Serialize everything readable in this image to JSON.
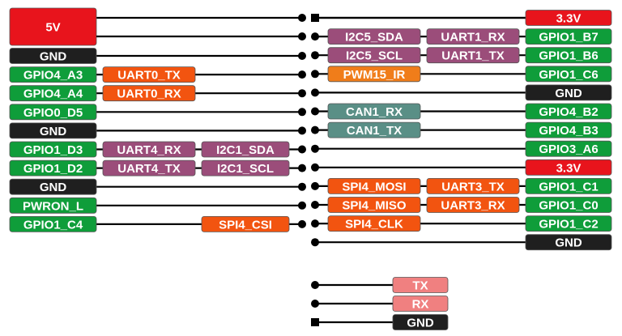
{
  "colors": {
    "red": "#e8141c",
    "black": "#1f1f1f",
    "green": "#0f9d3a",
    "orange": "#f25410",
    "purple": "#9b4d7a",
    "teal": "#5a8f86",
    "amber": "#f07d1a",
    "pink": "#f08080"
  },
  "header": {
    "power_5v": "5V"
  },
  "left_pins": [
    {
      "label": "GND",
      "color": "black",
      "funcs": []
    },
    {
      "label": "GPIO4_A3",
      "color": "green",
      "funcs": [
        {
          "label": "UART0_TX",
          "color": "orange"
        }
      ]
    },
    {
      "label": "GPIO4_A4",
      "color": "green",
      "funcs": [
        {
          "label": "UART0_RX",
          "color": "orange"
        }
      ]
    },
    {
      "label": "GPIO0_D5",
      "color": "green",
      "funcs": []
    },
    {
      "label": "GND",
      "color": "black",
      "funcs": []
    },
    {
      "label": "GPIO1_D3",
      "color": "green",
      "funcs": [
        {
          "label": "UART4_RX",
          "color": "purple"
        },
        {
          "label": "I2C1_SDA",
          "color": "purple"
        }
      ]
    },
    {
      "label": "GPIO1_D2",
      "color": "green",
      "funcs": [
        {
          "label": "UART4_TX",
          "color": "purple"
        },
        {
          "label": "I2C1_SCL",
          "color": "purple"
        }
      ]
    },
    {
      "label": "GND",
      "color": "black",
      "funcs": []
    },
    {
      "label": "PWRON_L",
      "color": "green",
      "funcs": []
    },
    {
      "label": "GPIO1_C4",
      "color": "green",
      "funcs": [
        {
          "label": "SPI4_CSI",
          "color": "orange",
          "far": true
        }
      ]
    }
  ],
  "right_pins": [
    {
      "label": "3.3V",
      "color": "red",
      "funcs": []
    },
    {
      "label": "GPIO1_B7",
      "color": "green",
      "funcs": [
        {
          "label": "I2C5_SDA",
          "color": "purple"
        },
        {
          "label": "UART1_RX",
          "color": "purple"
        }
      ]
    },
    {
      "label": "GPIO1_B6",
      "color": "green",
      "funcs": [
        {
          "label": "I2C5_SCL",
          "color": "purple"
        },
        {
          "label": "UART1_TX",
          "color": "purple"
        }
      ]
    },
    {
      "label": "GPIO1_C6",
      "color": "green",
      "funcs": [
        {
          "label": "PWM15_IR",
          "color": "amber"
        }
      ]
    },
    {
      "label": "GND",
      "color": "black",
      "funcs": []
    },
    {
      "label": "GPIO4_B2",
      "color": "green",
      "funcs": [
        {
          "label": "CAN1_RX",
          "color": "teal"
        }
      ]
    },
    {
      "label": "GPIO4_B3",
      "color": "green",
      "funcs": [
        {
          "label": "CAN1_TX",
          "color": "teal"
        }
      ]
    },
    {
      "label": "GPIO3_A6",
      "color": "green",
      "funcs": []
    },
    {
      "label": "3.3V",
      "color": "red",
      "funcs": []
    },
    {
      "label": "GPIO1_C1",
      "color": "green",
      "funcs": [
        {
          "label": "SPI4_MOSI",
          "color": "orange"
        },
        {
          "label": "UART3_TX",
          "color": "orange"
        }
      ]
    },
    {
      "label": "GPIO1_C0",
      "color": "green",
      "funcs": [
        {
          "label": "SPI4_MISO",
          "color": "orange"
        },
        {
          "label": "UART3_RX",
          "color": "orange"
        }
      ]
    },
    {
      "label": "GPIO1_C2",
      "color": "green",
      "funcs": [
        {
          "label": "SPI4_CLK",
          "color": "orange"
        }
      ]
    },
    {
      "label": "GND",
      "color": "black",
      "funcs": []
    }
  ],
  "debug_pins": [
    {
      "label": "TX",
      "color": "pink"
    },
    {
      "label": "RX",
      "color": "pink"
    },
    {
      "label": "GND",
      "color": "black"
    }
  ]
}
